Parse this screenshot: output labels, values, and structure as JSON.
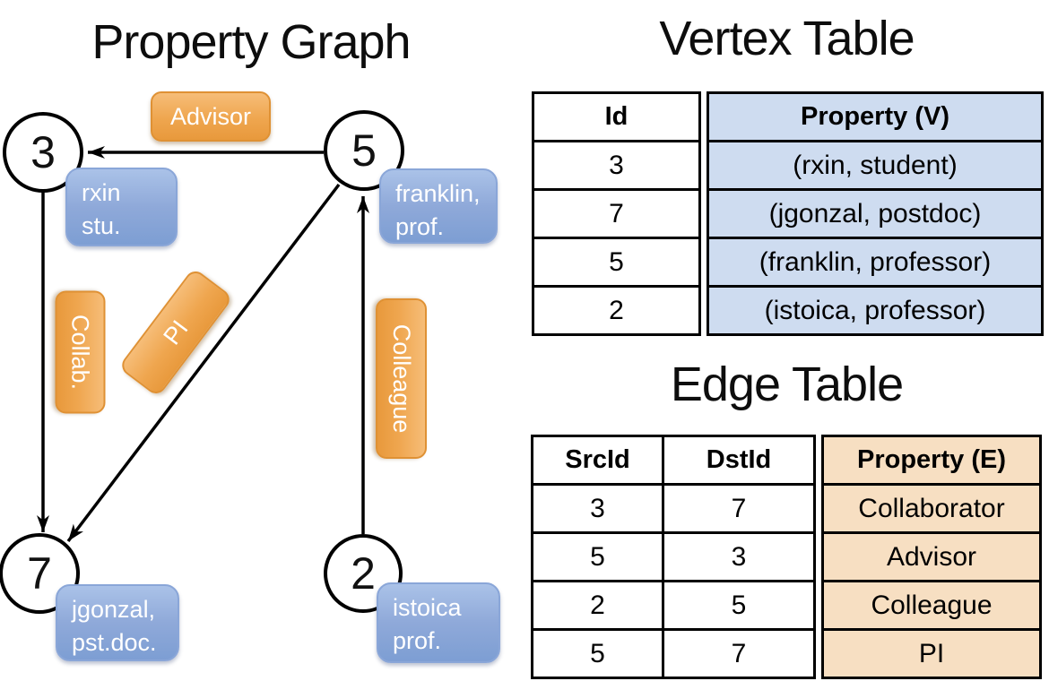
{
  "graph": {
    "title": "Property Graph",
    "vertices": [
      {
        "id": "3"
      },
      {
        "id": "5"
      },
      {
        "id": "7"
      },
      {
        "id": "2"
      }
    ],
    "property_boxes": {
      "rxin": {
        "line1": "rxin",
        "line2": "stu."
      },
      "franklin": {
        "line1": "franklin,",
        "line2": "prof."
      },
      "jgonzal": {
        "line1": "jgonzal,",
        "line2": "pst.doc."
      },
      "istoica": {
        "line1": "istoica",
        "line2": "prof."
      }
    },
    "edge_labels": {
      "advisor": "Advisor",
      "collab": "Collab.",
      "pi": "PI",
      "colleague": "Colleague"
    }
  },
  "vertex_table": {
    "title": "Vertex Table",
    "columns": {
      "id": "Id",
      "property": "Property (V)"
    },
    "rows": [
      {
        "id": "3",
        "property": "(rxin, student)"
      },
      {
        "id": "7",
        "property": "(jgonzal, postdoc)"
      },
      {
        "id": "5",
        "property": "(franklin, professor)"
      },
      {
        "id": "2",
        "property": "(istoica, professor)"
      }
    ]
  },
  "edge_table": {
    "title": "Edge Table",
    "columns": {
      "src": "SrcId",
      "dst": "DstId",
      "property": "Property (E)"
    },
    "rows": [
      {
        "src": "3",
        "dst": "7",
        "property": "Collaborator"
      },
      {
        "src": "5",
        "dst": "3",
        "property": "Advisor"
      },
      {
        "src": "2",
        "dst": "5",
        "property": "Colleague"
      },
      {
        "src": "5",
        "dst": "7",
        "property": "PI"
      }
    ]
  },
  "colors": {
    "edge_label_fill": "#efa64f",
    "vertex_property_fill": "#8fa9d9",
    "vertex_table_fill": "#cedcf0",
    "edge_table_fill": "#f7dfc2"
  }
}
